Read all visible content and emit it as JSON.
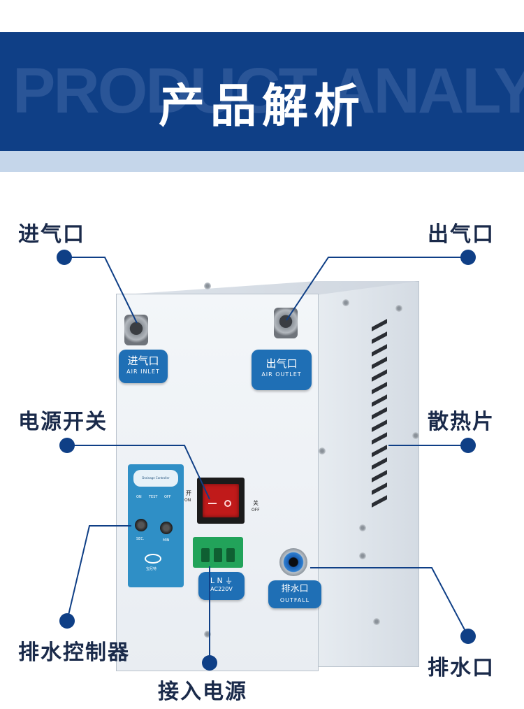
{
  "banner": {
    "bg_text": "PRODUCT ANALYSIS",
    "title": "产品解析"
  },
  "callouts": {
    "air_inlet": "进气口",
    "air_outlet": "出气口",
    "power_switch": "电源开关",
    "heat_sink": "散热片",
    "drain_controller": "排水控制器",
    "drain_port": "排水口",
    "power_input": "接入电源"
  },
  "device": {
    "inlet_label": {
      "cn": "进气口",
      "en": "AIR INLET"
    },
    "outlet_label": {
      "cn": "出气口",
      "en": "AIR OUTLET"
    },
    "controller": {
      "title": "Drainage Controller",
      "on": "ON",
      "test": "TEST",
      "off": "OFF",
      "sec": "SEC.",
      "min": "MIN",
      "brand": "宝尼特"
    },
    "switch": {
      "on_cn": "开",
      "on_en": "ON",
      "off_cn": "关",
      "off_en": "OFF"
    },
    "power_label": {
      "line1": "L N ⏚",
      "line2": "AC220V"
    },
    "drain_label": {
      "cn": "排水口",
      "en": "OUTFALL"
    }
  },
  "colors": {
    "brand_blue": "#0f3f86",
    "label_blue": "#1f6fb5",
    "switch_red": "#c01a1a",
    "terminal_green": "#22a35a"
  }
}
